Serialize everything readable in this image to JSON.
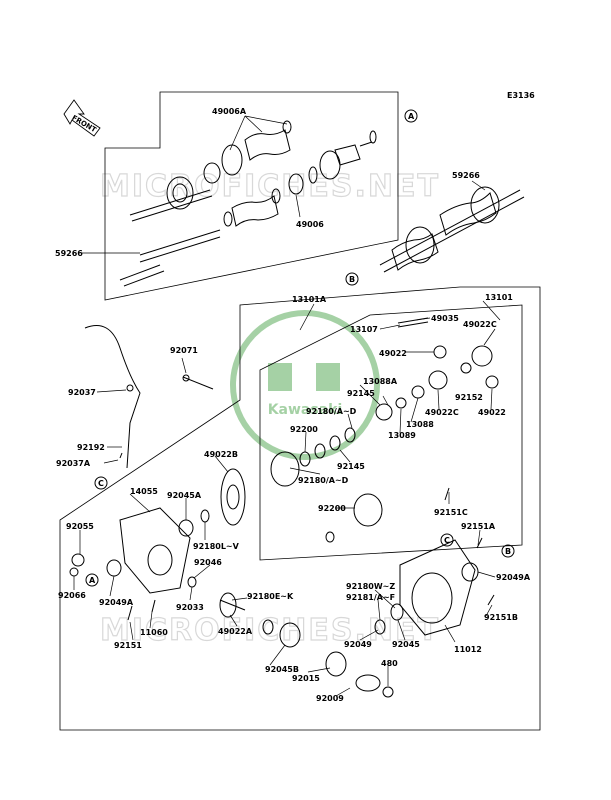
{
  "diagram_code": "E3136",
  "front_arrow_label": "FRONT",
  "watermark_text": "MICROFICHES.NET",
  "logo_text": "Kawasaki",
  "callouts": [
    "A",
    "B",
    "C"
  ],
  "part_labels": [
    "49006A",
    "59266",
    "49006",
    "59266",
    "13101A",
    "13101",
    "49035",
    "13107",
    "49022C",
    "49022",
    "92071",
    "92037",
    "13088A",
    "92145",
    "92152",
    "49022C",
    "49022",
    "92180/A~D",
    "13088",
    "13089",
    "92200",
    "92145",
    "92192",
    "92037A",
    "49022B",
    "92180/A~D",
    "14055",
    "92045A",
    "92055",
    "92200",
    "92151C",
    "92180L~V",
    "92046",
    "92066",
    "92049A",
    "92033",
    "11060",
    "92151",
    "92180E~K",
    "49022A",
    "92151A",
    "92049A",
    "92180W~Z",
    "92181/A~F",
    "92151B",
    "92049",
    "92045",
    "11012",
    "92045B",
    "92015",
    "480",
    "92009"
  ]
}
